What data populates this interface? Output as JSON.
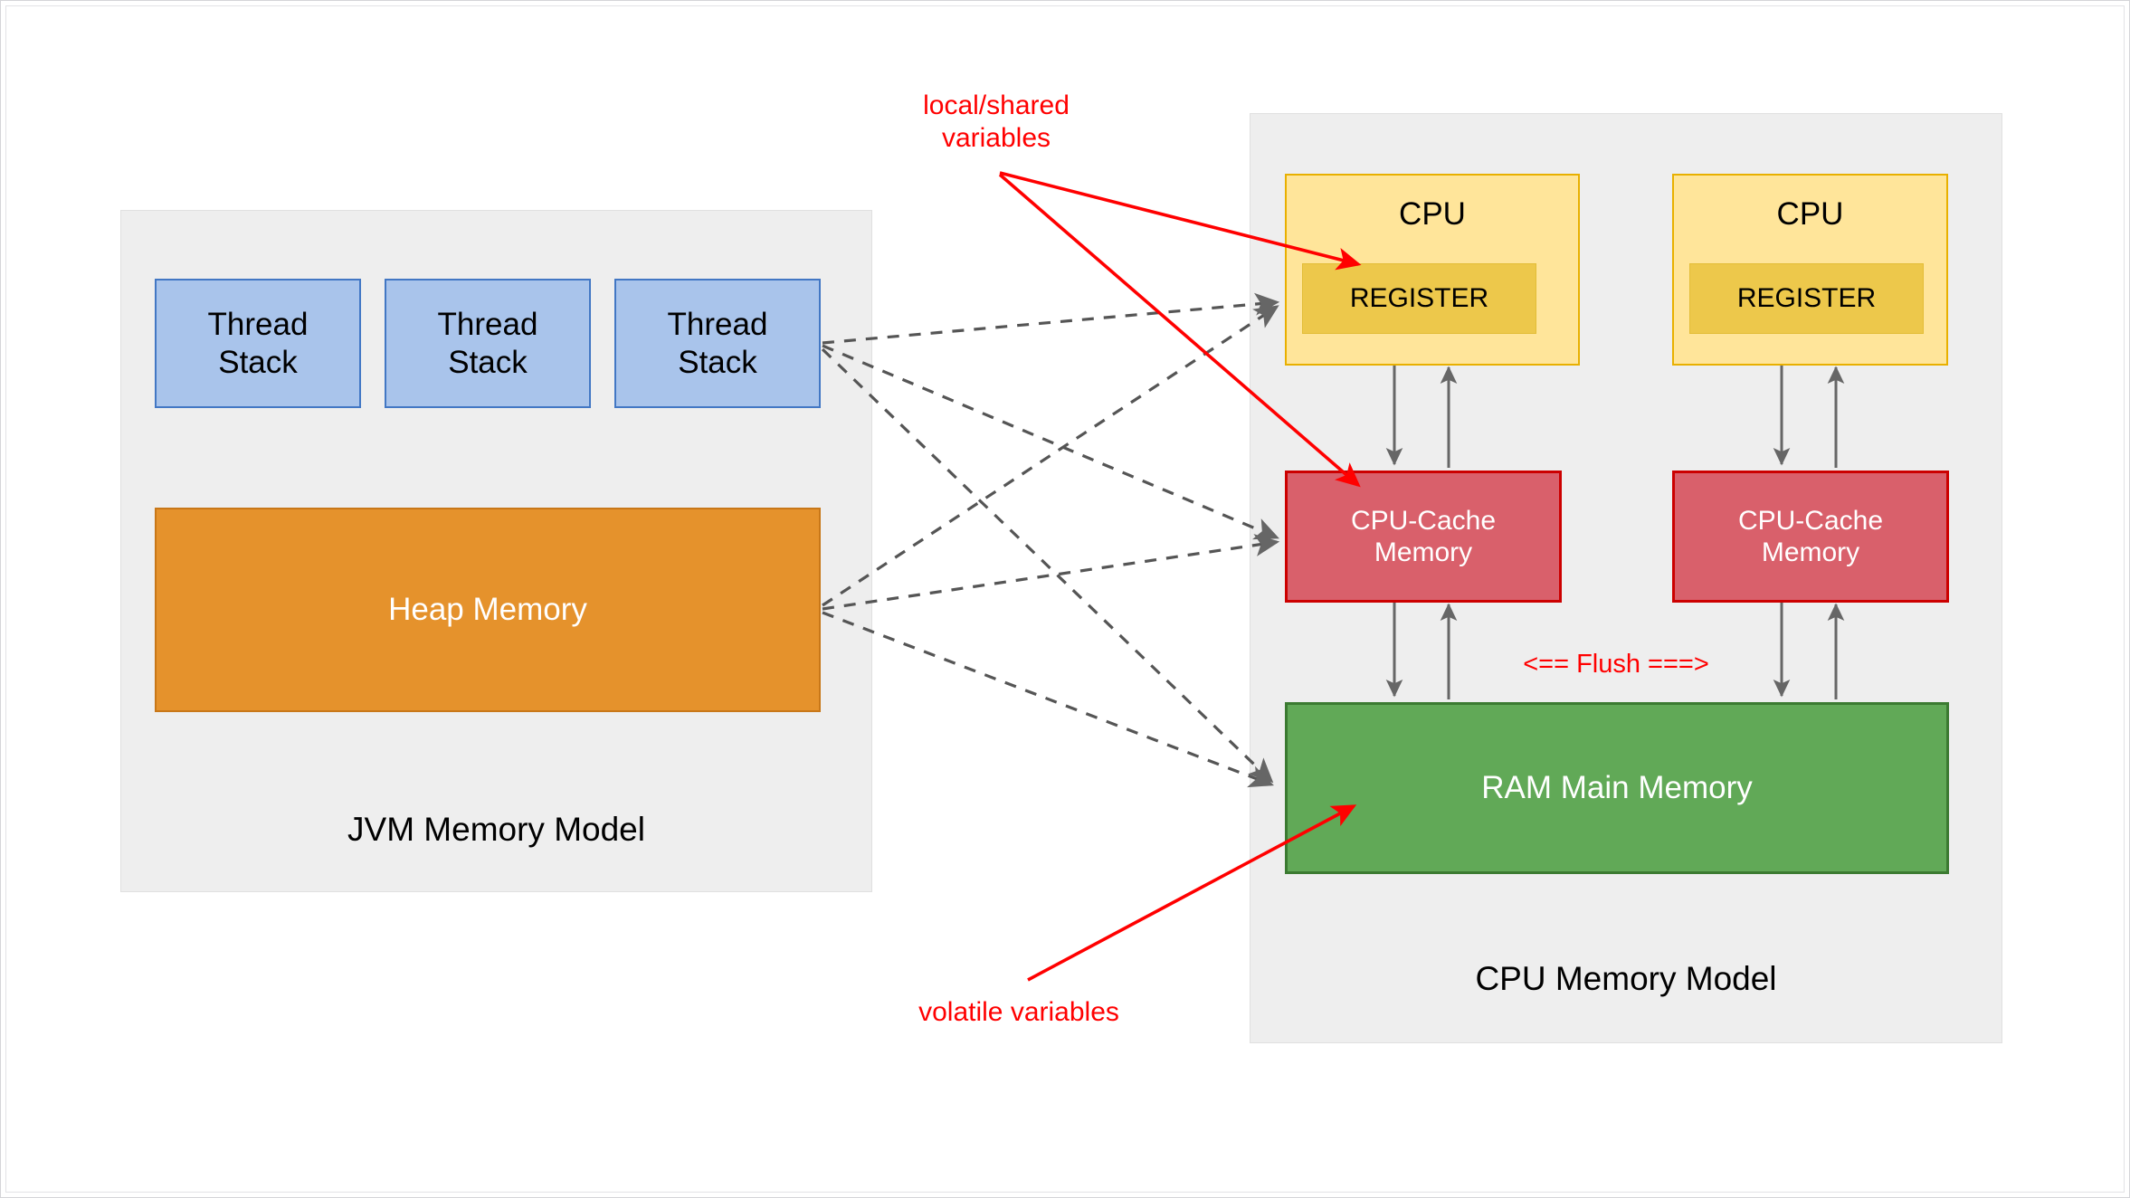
{
  "diagram": {
    "title": "JVM Memory Model and CPU Memory Model",
    "colors": {
      "panel_background": "#eeeeee",
      "thread_stack_fill": "#a9c4eb",
      "thread_stack_border": "#4277c4",
      "heap_fill": "#e5922c",
      "heap_border": "#c87718",
      "cpu_fill": "#ffe59a",
      "cpu_border": "#e8b000",
      "register_fill": "#edc84b",
      "cache_fill": "#d9606b",
      "cache_border": "#cc0000",
      "ram_fill": "#61a957",
      "ram_border": "#3b7a31",
      "annotation_red": "#ff0000",
      "arrow_gray": "#666666"
    }
  },
  "jvm_panel": {
    "caption": "JVM Memory Model",
    "thread_stacks": [
      {
        "label": "Thread\nStack"
      },
      {
        "label": "Thread\nStack"
      },
      {
        "label": "Thread\nStack"
      }
    ],
    "heap": {
      "label": "Heap Memory"
    }
  },
  "cpu_panel": {
    "caption": "CPU Memory Model",
    "cpus": [
      {
        "label": "CPU",
        "register": {
          "label": "REGISTER"
        },
        "cache": {
          "label": "CPU-Cache\nMemory"
        }
      },
      {
        "label": "CPU",
        "register": {
          "label": "REGISTER"
        },
        "cache": {
          "label": "CPU-Cache\nMemory"
        }
      }
    ],
    "ram": {
      "label": "RAM Main Memory"
    },
    "flush_label": "<== Flush ===>"
  },
  "annotations": {
    "local_shared": "local/shared\nvariables",
    "volatile": "volatile variables"
  }
}
